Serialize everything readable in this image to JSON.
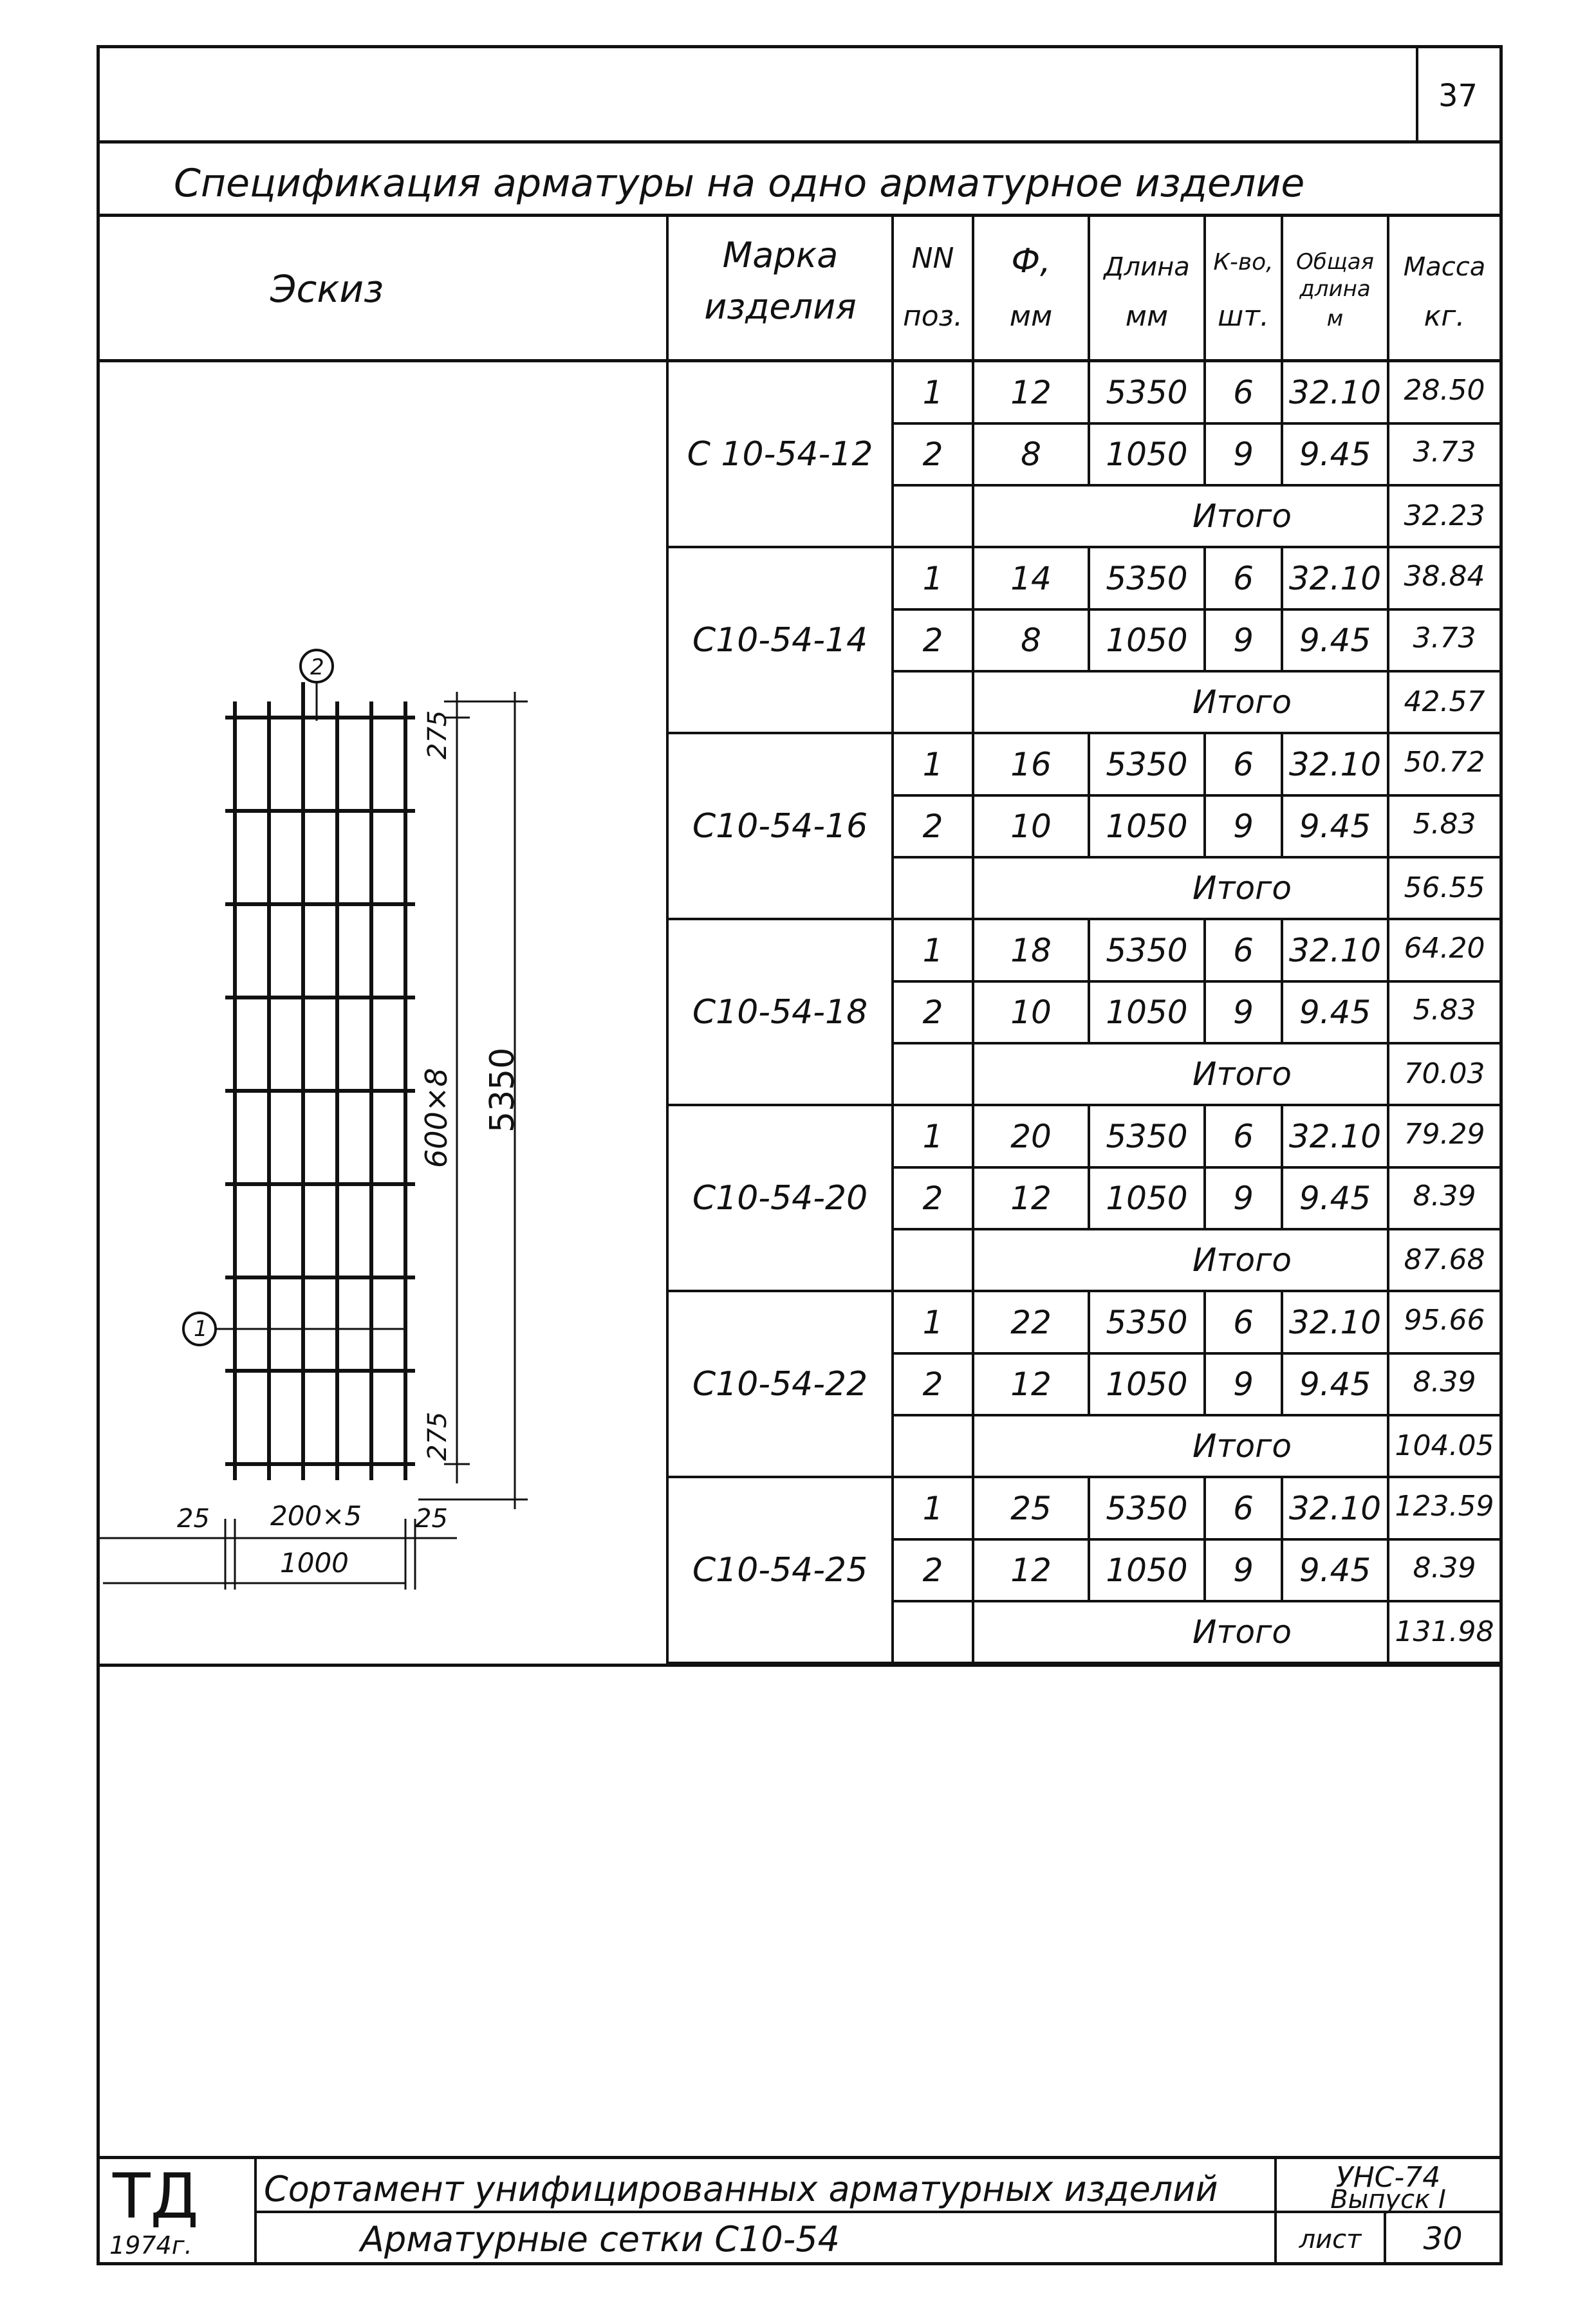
{
  "page_number": "37",
  "title": "Спецификация арматуры на одно арматурное изделие",
  "headers": {
    "sketch": "Эскиз",
    "mark_l1": "Марка",
    "mark_l2": "изделия",
    "pos_l1": "NN",
    "pos_l2": "поз.",
    "dia_l1": "Ф,",
    "dia_l2": "мм",
    "len_l1": "Длина",
    "len_l2": "мм",
    "qty_l1": "К-во,",
    "qty_l2": "шт.",
    "total_l1": "Общая",
    "total_l2": "длина",
    "total_l3": "м",
    "mass_l1": "Масса",
    "mass_l2": "кг."
  },
  "groups": [
    {
      "mark": "С 10-54-12",
      "rows": [
        [
          "1",
          "12",
          "5350",
          "6",
          "32.10",
          "28.50"
        ],
        [
          "2",
          "8",
          "1050",
          "9",
          "9.45",
          "3.73"
        ]
      ],
      "total_label": "Итого",
      "total": "32.23"
    },
    {
      "mark": "С10-54-14",
      "rows": [
        [
          "1",
          "14",
          "5350",
          "6",
          "32.10",
          "38.84"
        ],
        [
          "2",
          "8",
          "1050",
          "9",
          "9.45",
          "3.73"
        ]
      ],
      "total_label": "Итого",
      "total": "42.57"
    },
    {
      "mark": "С10-54-16",
      "rows": [
        [
          "1",
          "16",
          "5350",
          "6",
          "32.10",
          "50.72"
        ],
        [
          "2",
          "10",
          "1050",
          "9",
          "9.45",
          "5.83"
        ]
      ],
      "total_label": "Итого",
      "total": "56.55"
    },
    {
      "mark": "С10-54-18",
      "rows": [
        [
          "1",
          "18",
          "5350",
          "6",
          "32.10",
          "64.20"
        ],
        [
          "2",
          "10",
          "1050",
          "9",
          "9.45",
          "5.83"
        ]
      ],
      "total_label": "Итого",
      "total": "70.03"
    },
    {
      "mark": "С10-54-20",
      "rows": [
        [
          "1",
          "20",
          "5350",
          "6",
          "32.10",
          "79.29"
        ],
        [
          "2",
          "12",
          "1050",
          "9",
          "9.45",
          "8.39"
        ]
      ],
      "total_label": "Итого",
      "total": "87.68"
    },
    {
      "mark": "С10-54-22",
      "rows": [
        [
          "1",
          "22",
          "5350",
          "6",
          "32.10",
          "95.66"
        ],
        [
          "2",
          "12",
          "1050",
          "9",
          "9.45",
          "8.39"
        ]
      ],
      "total_label": "Итого",
      "total": "104.05"
    },
    {
      "mark": "С10-54-25",
      "rows": [
        [
          "1",
          "25",
          "5350",
          "6",
          "32.10",
          "123.59"
        ],
        [
          "2",
          "12",
          "1050",
          "9",
          "9.45",
          "8.39"
        ]
      ],
      "total_label": "Итого",
      "total": "131.98"
    }
  ],
  "sketch": {
    "pos1_marker": "1",
    "pos2_marker": "2",
    "dim_top": "275",
    "dim_middle": "600×8",
    "dim_total": "5350",
    "dim_bottom": "275",
    "dim_left": "25",
    "dim_spacing": "200×5",
    "dim_right": "25",
    "dim_width": "1000"
  },
  "stamp": {
    "logo": "ТД",
    "year": "1974г.",
    "title": "Сортамент унифицированных арматурных изделий",
    "subtitle": "Арматурные сетки С10-54",
    "series_l1": "УНС-74",
    "series_l2": "Выпуск I",
    "sheet_label": "лист",
    "sheet_number": "30"
  }
}
